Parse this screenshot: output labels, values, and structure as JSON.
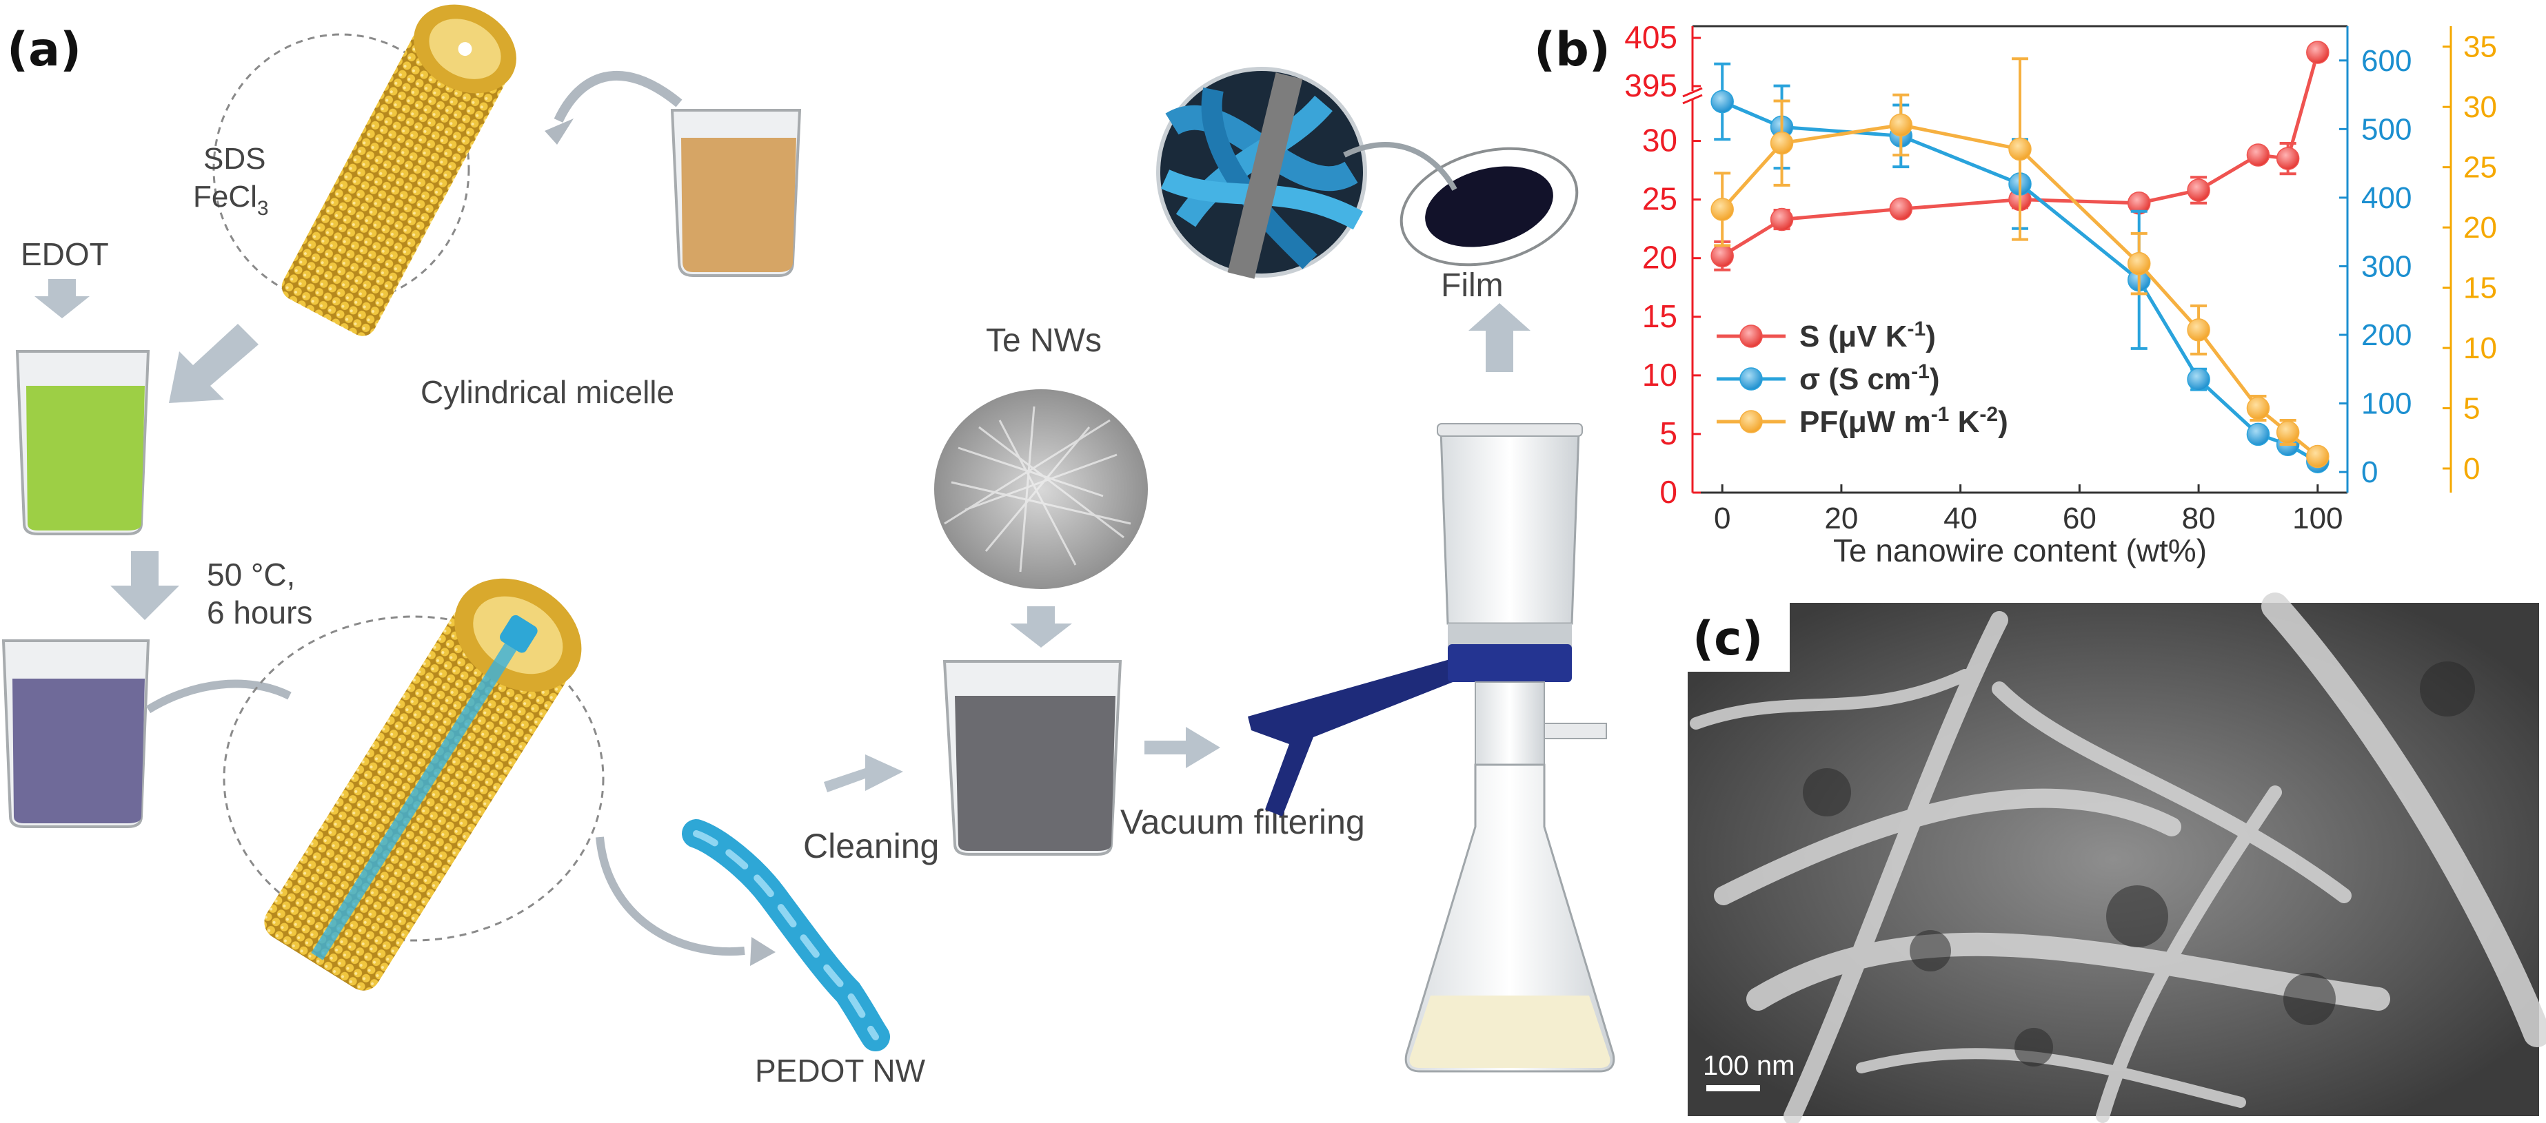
{
  "panel_a": {
    "label": "(a)",
    "texts": {
      "sds": "SDS",
      "fecl3": "FeCl3",
      "fecl3_base": "FeCl",
      "fecl3_sub": "3",
      "edot": "EDOT",
      "cylindrical_micelle": "Cylindrical micelle",
      "temp": "50 °C,",
      "time": "6 hours",
      "te_nws": "Te NWs",
      "cleaning": "Cleaning",
      "vacuum_filtering": "Vacuum filtering",
      "film": "Film",
      "pedot_nw": "PEDOT NW"
    },
    "colors": {
      "micelle_gold": "#e8b93a",
      "orange_solution": "#d6a565",
      "green_solution": "#9dcf45",
      "purple_solution": "#6f6a99",
      "grey_solution": "#6b6b70",
      "pedot_blue": "#2ea7d6",
      "arrow_grey": "#b9c3cc",
      "clamp_blue": "#1e2b7a"
    }
  },
  "panel_b": {
    "label": "(b)",
    "chart_data": {
      "type": "line",
      "xlabel": "Te nanowire content (wt%)",
      "x_ticks": [
        "0",
        "20",
        "40",
        "60",
        "80",
        "100"
      ],
      "xlim": [
        -5,
        105
      ],
      "left_axis": {
        "color": "#ee1c25",
        "ticks_lower": [
          "0",
          "5",
          "10",
          "15",
          "20",
          "25",
          "30"
        ],
        "ticks_upper": [
          "395",
          "405"
        ],
        "ylim_lower": [
          0,
          33.5
        ],
        "break_note": "axis break between 33.5 and 393"
      },
      "right_axis_sigma": {
        "color": "#1b8fd0",
        "ticks": [
          "0",
          "100",
          "200",
          "300",
          "400",
          "500",
          "600"
        ],
        "ylim": [
          -30,
          650
        ]
      },
      "right_axis_pf": {
        "color": "#f5a800",
        "ticks": [
          "0",
          "5",
          "10",
          "15",
          "20",
          "25",
          "30",
          "35"
        ],
        "ylim": [
          -2,
          36.7
        ]
      },
      "series": [
        {
          "name": "S (μV K",
          "sup": "-1",
          "close": ")",
          "color": "#ef5350",
          "axis": "left",
          "x": [
            0,
            10,
            30,
            50,
            70,
            80,
            90,
            95,
            100
          ],
          "y": [
            20.2,
            23.3,
            24.2,
            25.0,
            24.7,
            25.8,
            28.8,
            28.5,
            402
          ],
          "err": [
            1.2,
            0.8,
            0.6,
            0.7,
            0.6,
            1.1,
            0.4,
            1.3,
            0
          ]
        },
        {
          "name": "σ (S cm",
          "sup": "-1",
          "close": ")",
          "color": "#29a3dc",
          "axis": "right_sigma",
          "x": [
            0,
            10,
            30,
            50,
            70,
            80,
            90,
            95,
            100
          ],
          "y": [
            540,
            503,
            490,
            420,
            280,
            135,
            55,
            40,
            15
          ],
          "err": [
            55,
            60,
            45,
            65,
            100,
            15,
            5,
            5,
            3
          ]
        },
        {
          "name": "PF(μW m",
          "sup": "-1",
          "mid": " K",
          "sup2": "-2",
          "close": ")",
          "color": "#f6b040",
          "axis": "right_pf",
          "x": [
            0,
            10,
            30,
            50,
            70,
            80,
            90,
            95,
            100
          ],
          "y": [
            21.5,
            27.0,
            28.5,
            26.5,
            17.0,
            11.5,
            5.0,
            3.0,
            1.0
          ],
          "err": [
            3.0,
            3.5,
            2.5,
            7.5,
            2.5,
            2.0,
            1.0,
            1.0,
            0.5
          ]
        }
      ]
    }
  },
  "panel_c": {
    "label": "(c)",
    "scale_bar": "100 nm"
  }
}
